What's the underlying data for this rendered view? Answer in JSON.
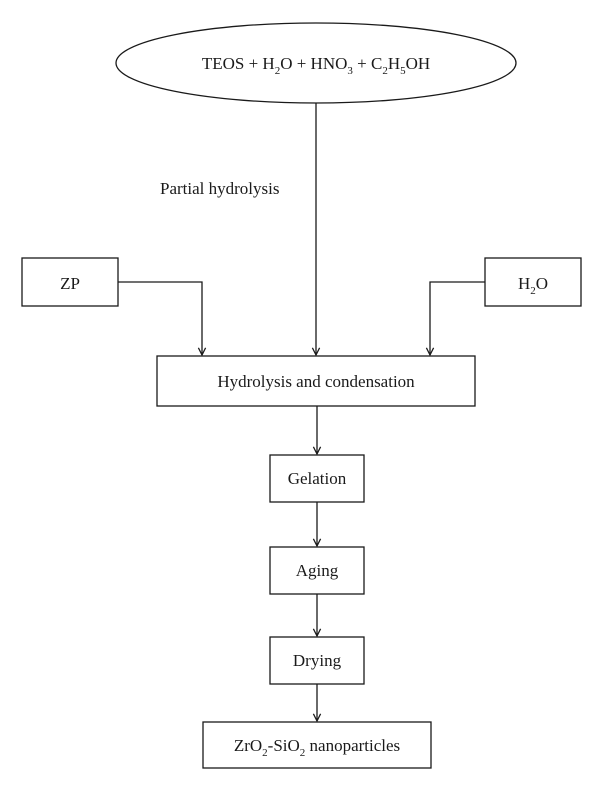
{
  "diagram": {
    "type": "flowchart",
    "nodes": {
      "start": {
        "parts": [
          "TEOS + H",
          "2",
          "O + HNO",
          "3",
          " + C",
          "2",
          "H",
          "5",
          "OH"
        ],
        "label": "TEOS + H2O + HNO3 + C2H5OH",
        "shape": "ellipse"
      },
      "zp": {
        "label": "ZP",
        "shape": "rectangle"
      },
      "water": {
        "parts": [
          "H",
          "2",
          "O"
        ],
        "label": "H2O",
        "shape": "rectangle"
      },
      "hydrolysis": {
        "label": "Hydrolysis and condensation",
        "shape": "rectangle"
      },
      "gelation": {
        "label": "Gelation",
        "shape": "rectangle"
      },
      "aging": {
        "label": "Aging",
        "shape": "rectangle"
      },
      "drying": {
        "label": "Drying",
        "shape": "rectangle"
      },
      "product": {
        "parts": [
          "ZrO",
          "2",
          "-SiO",
          "2",
          " nanoparticles"
        ],
        "label": "ZrO2-SiO2 nanoparticles",
        "shape": "rectangle"
      }
    },
    "edge_labels": {
      "partial_hydrolysis": "Partial hydrolysis"
    },
    "edges": [
      {
        "from": "start",
        "to": "hydrolysis",
        "label": "Partial hydrolysis"
      },
      {
        "from": "zp",
        "to": "hydrolysis"
      },
      {
        "from": "water",
        "to": "hydrolysis"
      },
      {
        "from": "hydrolysis",
        "to": "gelation"
      },
      {
        "from": "gelation",
        "to": "aging"
      },
      {
        "from": "aging",
        "to": "drying"
      },
      {
        "from": "drying",
        "to": "product"
      }
    ],
    "colors": {
      "stroke": "#1a1a1a",
      "fill": "#ffffff",
      "text": "#1a1a1a"
    }
  }
}
